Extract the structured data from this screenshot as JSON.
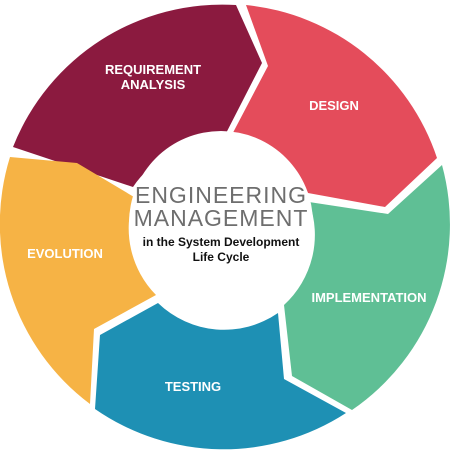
{
  "diagram": {
    "center": {
      "title_line1": "ENGINEERING",
      "title_line2": "MANAGEMENT",
      "subtitle_line1": "in the System Development",
      "subtitle_line2": "Life Cycle"
    },
    "phases": [
      {
        "key": "requirement",
        "line1": "REQUIREMENT",
        "line2": "ANALYSIS",
        "color": "#8b1a3f"
      },
      {
        "key": "design",
        "line1": "DESIGN",
        "line2": "",
        "color": "#e44c5b"
      },
      {
        "key": "implementation",
        "line1": "IMPLEMENTATION",
        "line2": "",
        "color": "#5fbf95"
      },
      {
        "key": "testing",
        "line1": "TESTING",
        "line2": "",
        "color": "#1e90b4"
      },
      {
        "key": "evolution",
        "line1": "EVOLUTION",
        "line2": "",
        "color": "#f6b345"
      }
    ]
  }
}
